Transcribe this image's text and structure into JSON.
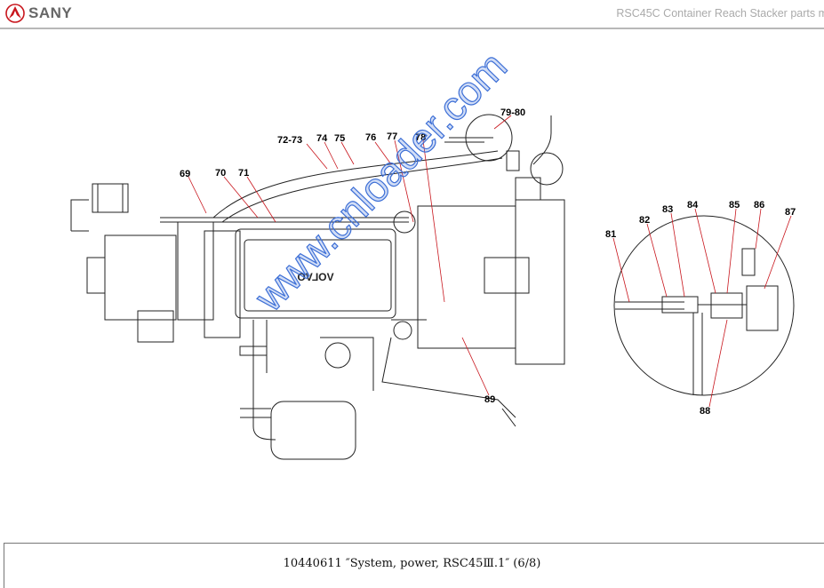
{
  "header": {
    "brand": "SANY",
    "title": "RSC45C Container Reach Stacker  parts m"
  },
  "diagram": {
    "engine_brand_mirrored": "VOLVO",
    "callouts": [
      "72-73",
      "74",
      "75",
      "76",
      "77",
      "78",
      "79-80",
      "69",
      "70",
      "71",
      "81",
      "82",
      "83",
      "84",
      "85",
      "86",
      "87",
      "88",
      "89"
    ],
    "watermark": "www.cnloader.com"
  },
  "footer": {
    "caption": "10440611 ″System, power, RSC45Ⅲ.1″ (6/8)"
  }
}
